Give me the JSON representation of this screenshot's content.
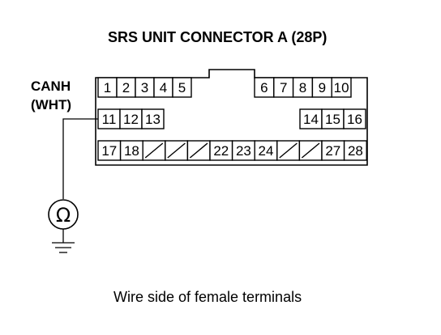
{
  "title": "SRS UNIT CONNECTOR A (28P)",
  "wire": {
    "name": "CANH",
    "color": "(WHT)"
  },
  "connector": {
    "row1_left": [
      "1",
      "2",
      "3",
      "4",
      "5"
    ],
    "row1_right": [
      "6",
      "7",
      "8",
      "9",
      "10"
    ],
    "row2_left": [
      "11",
      "12",
      "13"
    ],
    "row2_right": [
      "14",
      "15",
      "16"
    ],
    "row3": [
      "17",
      "18",
      "/",
      "/",
      "/",
      "22",
      "23",
      "24",
      "/",
      "/",
      "27",
      "28"
    ]
  },
  "meter": {
    "symbol": "Ω",
    "icon": "ohmmeter-icon"
  },
  "caption": "Wire side of female terminals"
}
